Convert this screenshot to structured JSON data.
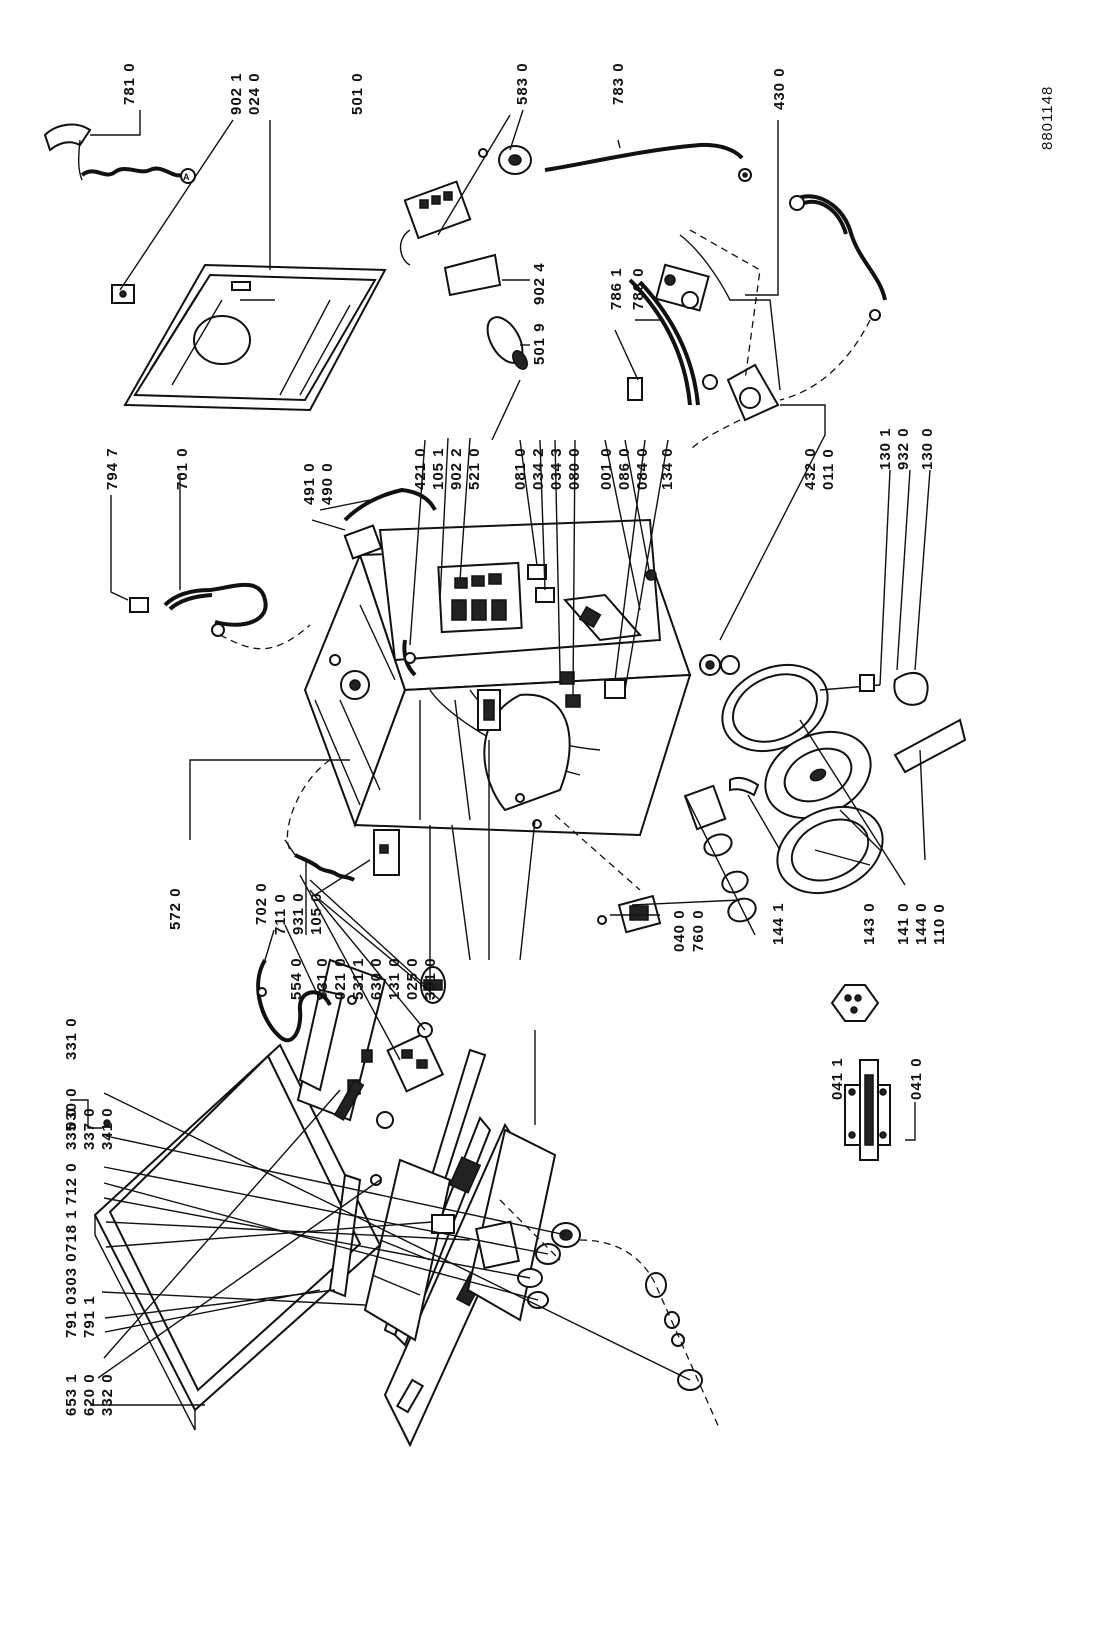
{
  "drawing_number": "8801148",
  "labels": {
    "p0300": "030 0",
    "p6531": "653 1",
    "p6200": "620 0",
    "p3320": "332 0",
    "p7910": "791 0",
    "p7911": "791 1",
    "p3030": "303 0",
    "p7181": "718 1",
    "p7120": "712 0",
    "p3350": "335 0",
    "p3370": "337 0",
    "p3410": "341 0",
    "p3310": "331 0",
    "p0411": "041 1",
    "p0410": "041 0",
    "p7020": "702 0",
    "p7110": "711 0",
    "p9310": "931 0",
    "p1050": "105 0",
    "p5540": "554 0",
    "p5310": "531 0",
    "p0210": "021 0",
    "p5311": "531 1",
    "p6300": "630 0",
    "p1310": "131 0",
    "p0250": "025 0",
    "p3010": "301 0",
    "p5720": "572 0",
    "p0400": "040 0",
    "p7600": "760 0",
    "p1441": "144 1",
    "p1430": "143 0",
    "p1410": "141 0",
    "p1440": "144 0",
    "p1100": "110 0",
    "p7947": "794 7",
    "p7010": "701 0",
    "p4910": "491 0",
    "p4900": "490 0",
    "p4210": "421 0",
    "p1051": "105 1",
    "p9022": "902 2",
    "p5210": "521 0",
    "p0810": "081 0",
    "p0342": "034 2",
    "p0343": "034 3",
    "p0800": "080 0",
    "p0010": "001 0",
    "p0860": "086 0",
    "p0840": "084 0",
    "p1340": "134 0",
    "p4320": "432 0",
    "p0110": "011 0",
    "p1301": "130 1",
    "p9320": "932 0",
    "p1300": "130 0",
    "p7810": "781 0",
    "p9021": "902 1",
    "p0240": "024 0",
    "p5010": "501 0",
    "p9024": "902 4",
    "p5019": "501 9",
    "p5830": "583 0",
    "p7830": "783 0",
    "p7861": "786 1",
    "p7860": "786 0",
    "p4300": "430 0"
  },
  "callouts": {
    "a": "A"
  }
}
